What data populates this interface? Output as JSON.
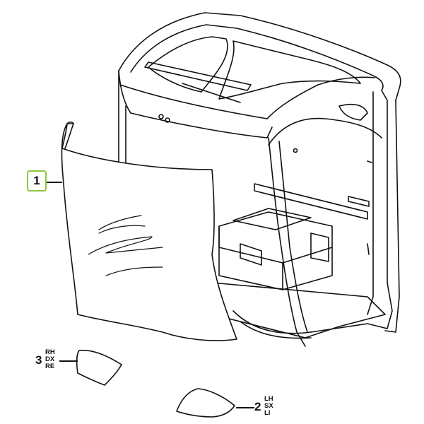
{
  "callouts": {
    "part1": {
      "number": "1"
    },
    "part3": {
      "number": "3",
      "side": [
        "RH",
        "DX",
        "RE"
      ]
    },
    "part2": {
      "number": "2",
      "side": [
        "LH",
        "SX",
        "LI"
      ]
    }
  },
  "colors": {
    "highlight": "#8cc63f",
    "line": "#111111",
    "background": "#ffffff"
  }
}
